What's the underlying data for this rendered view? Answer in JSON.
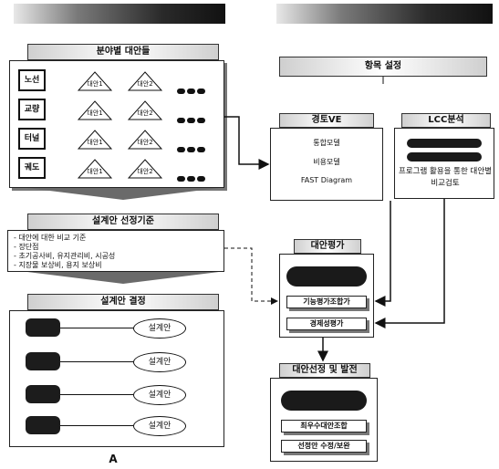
{
  "left": {
    "alternatives_header": "분야별 대안들",
    "rows": [
      "노선",
      "교량",
      "터널",
      "궤도"
    ],
    "alt1": "대안1",
    "alt2": "대안2",
    "criteria_header": "설계안 선정기준",
    "criteria_items": [
      "대안에 대한 비교 기준",
      "장단점",
      "초기공사비, 유지관리비, 시공성",
      "지장물 보상비, 용지 보상비"
    ],
    "decision_header": "설계안 결정",
    "design_label": "설계안"
  },
  "right": {
    "item_setting": "항목 설정",
    "ve_header": "경토VE",
    "ve_items": [
      "통합모델",
      "비용모델",
      "FAST Diagram"
    ],
    "lcc_header": "LCC분석",
    "lcc_text": "프로그램 활용을 통한 대안별 비교검토",
    "eval_header": "대안평가",
    "eval_item1": "기능평가조합가",
    "eval_item2": "경제성평가",
    "select_header": "대안선정 및 발전",
    "select_item1": "최우수대안조합",
    "select_item2": "선정안 수정/보완"
  },
  "bottom_mark": "A"
}
